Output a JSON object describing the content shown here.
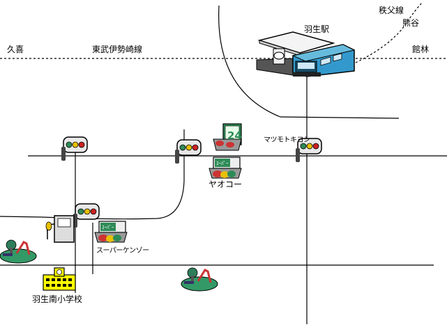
{
  "map": {
    "railway": {
      "name": "東武伊勢崎線",
      "west_terminus": "久喜",
      "east_terminus": "館林"
    },
    "branch_line": {
      "name": "秩父線",
      "destination": "熊谷"
    },
    "station": {
      "name": "羽生駅",
      "icon": "station-train-icon"
    },
    "landmarks": [
      {
        "label": "ヤオコー",
        "icon": "supermarket-icon"
      },
      {
        "label": "スーパーケンゾー",
        "icon": "supermarket-icon"
      },
      {
        "label": "マツモトキヨシ",
        "icon": "traffic-light-icon"
      },
      {
        "label": "羽生南小学校",
        "icon": "school-icon"
      }
    ],
    "convenience_store_sign": "24",
    "icons": [
      "traffic-light-icon",
      "gas-station-icon",
      "park-icon",
      "convenience-store-icon"
    ],
    "colors": {
      "road": "#000000",
      "train_body": "#3399cc",
      "school": "#ffff00",
      "park_green": "#339966",
      "slide_red": "#cc3333"
    }
  }
}
